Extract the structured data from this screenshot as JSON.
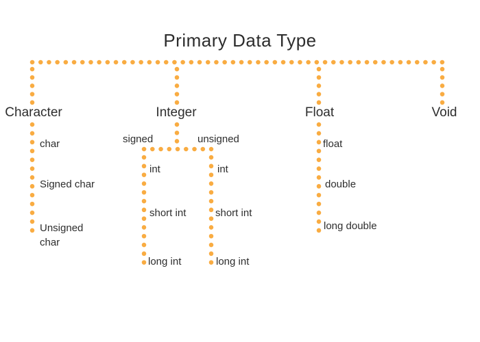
{
  "title": "Primary Data Type",
  "colors": {
    "dot": "#F9AC42",
    "text": "#2d2d2d"
  },
  "tree": {
    "character": {
      "label": "Character",
      "children": [
        "char",
        "Signed char",
        "Unsigned char"
      ]
    },
    "integer": {
      "label": "Integer",
      "signed": {
        "label": "signed",
        "children": [
          "int",
          "short int",
          "long int"
        ]
      },
      "unsigned": {
        "label": "unsigned",
        "children": [
          "int",
          "short int",
          "long int"
        ]
      }
    },
    "float": {
      "label": "Float",
      "children": [
        "float",
        "double",
        "long double"
      ]
    },
    "void": {
      "label": "Void"
    }
  }
}
